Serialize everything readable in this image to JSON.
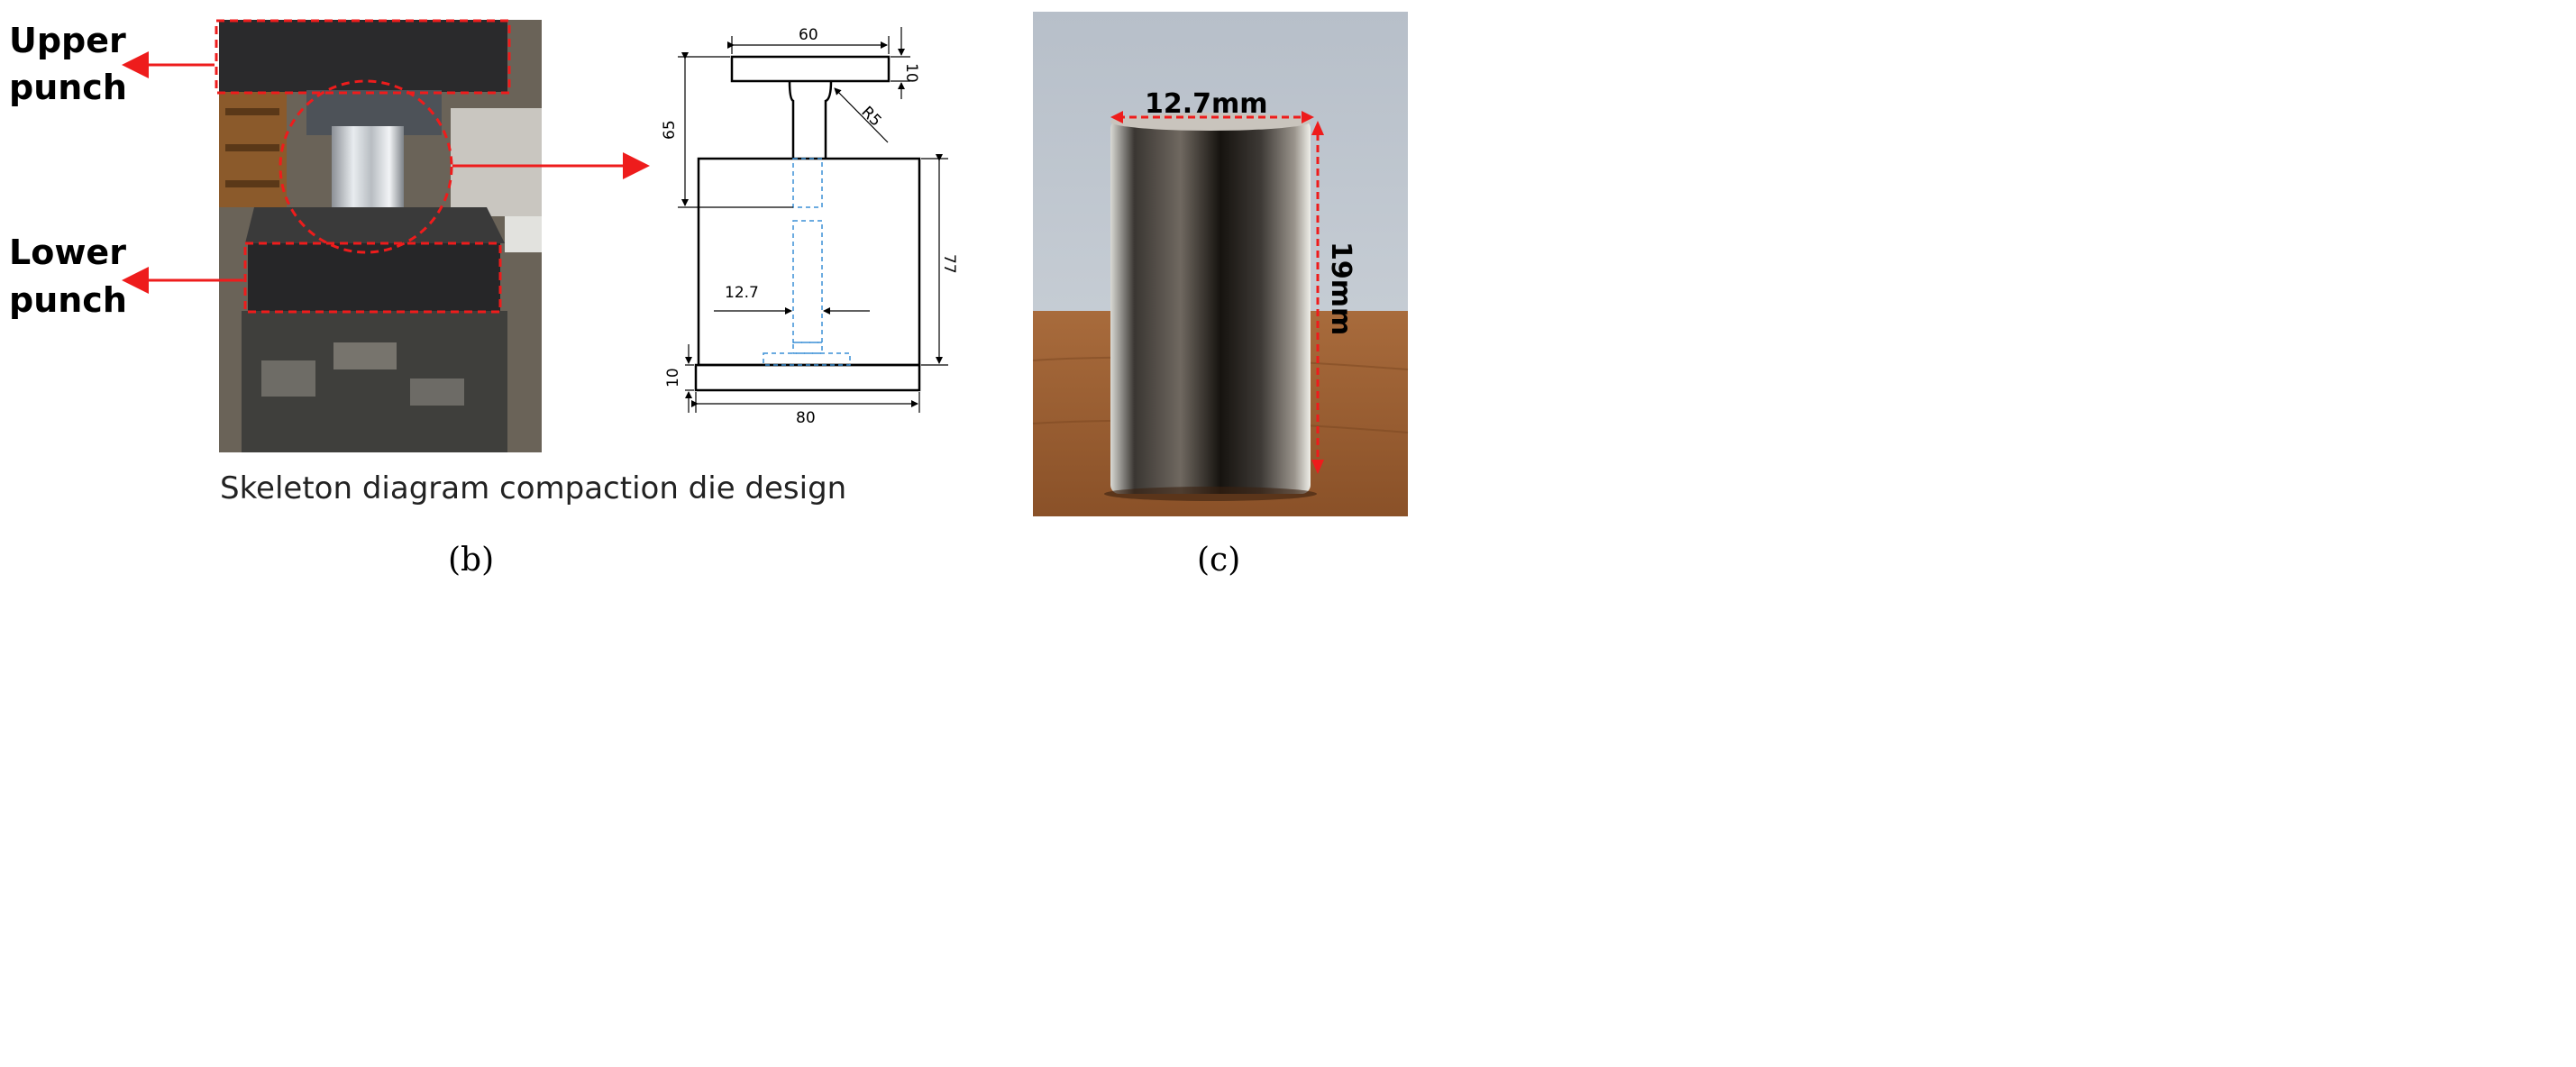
{
  "panel_b": {
    "labels": {
      "upper_1": "Upper",
      "upper_2": "punch",
      "lower_1": "Lower",
      "lower_2": "punch"
    },
    "drawing_dims": {
      "top_width": "60",
      "top_thickness": "10",
      "height_65": "65",
      "radius": "R5",
      "body_height": "77",
      "bore": "12.7",
      "base_thickness": "10",
      "base_width": "80"
    },
    "caption": "Skeleton diagram compaction die design",
    "letter": "(b)"
  },
  "panel_c": {
    "diameter": "12.7mm",
    "height": "19mm",
    "letter": "(c)"
  },
  "colors": {
    "annotation_red": "#ee1c1c",
    "hidden_line_blue": "#3a8fd6"
  }
}
